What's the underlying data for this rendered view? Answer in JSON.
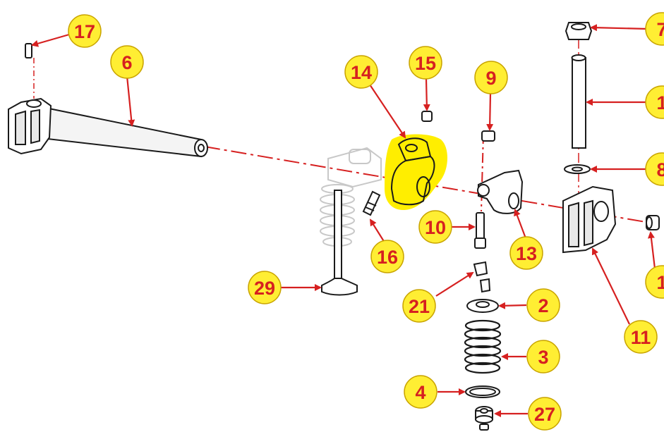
{
  "colors": {
    "callout_fill": "#ffee33",
    "callout_stroke": "#c9a400",
    "callout_text": "#d62020",
    "leader": "#d62020",
    "highlight": "#ffee00",
    "part_stroke": "#1a1a1a",
    "ghost_stroke": "#c8c8c8"
  },
  "callouts": [
    {
      "id": "c17",
      "label": "17"
    },
    {
      "id": "c6",
      "label": "6"
    },
    {
      "id": "c14",
      "label": "14"
    },
    {
      "id": "c15",
      "label": "15"
    },
    {
      "id": "c9",
      "label": "9"
    },
    {
      "id": "c7",
      "label": "7"
    },
    {
      "id": "c1a",
      "label": "1"
    },
    {
      "id": "c8",
      "label": "8"
    },
    {
      "id": "c10",
      "label": "10"
    },
    {
      "id": "c13",
      "label": "13"
    },
    {
      "id": "c16",
      "label": "16"
    },
    {
      "id": "c29",
      "label": "29"
    },
    {
      "id": "c21",
      "label": "21"
    },
    {
      "id": "c2",
      "label": "2"
    },
    {
      "id": "c1b",
      "label": "1"
    },
    {
      "id": "c11",
      "label": "11"
    },
    {
      "id": "c3",
      "label": "3"
    },
    {
      "id": "c4",
      "label": "4"
    },
    {
      "id": "c27",
      "label": "27"
    }
  ]
}
